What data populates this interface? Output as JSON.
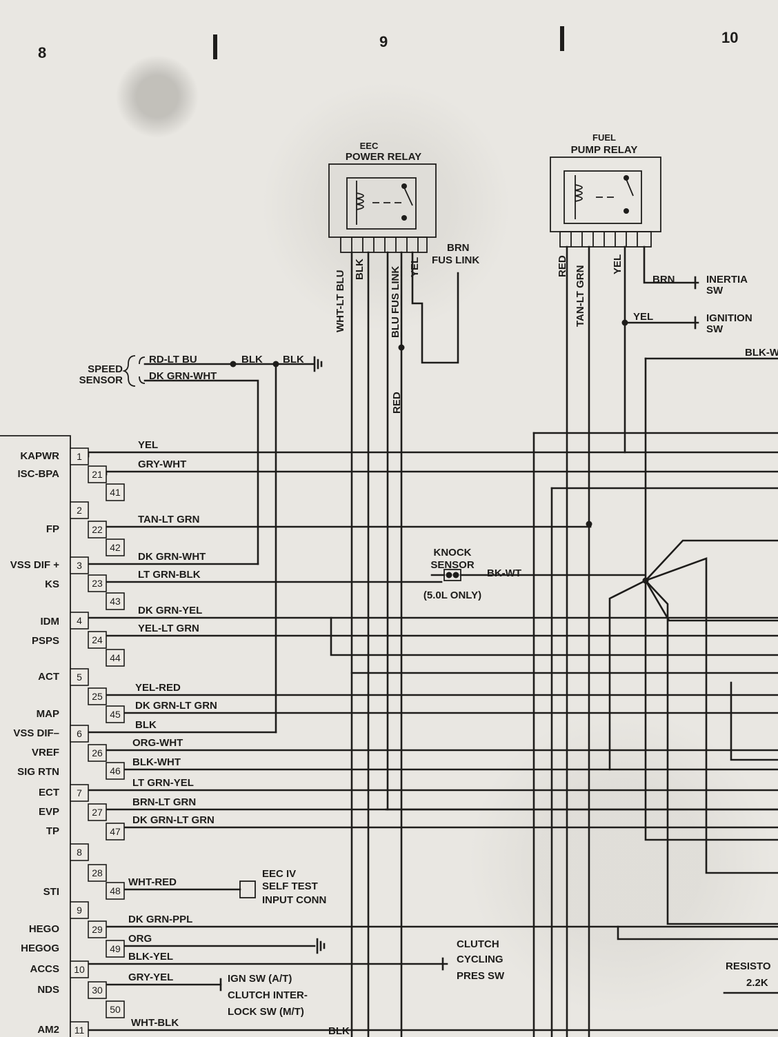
{
  "columns": [
    "8",
    "9",
    "10"
  ],
  "eec_relay": {
    "line1": "EEC",
    "line2": "POWER RELAY",
    "wires": [
      "WHT-LT BLU",
      "BLK",
      "BLU FUS LINK",
      "YEL"
    ],
    "fuse": {
      "line1": "BRN",
      "line2": "FUS LINK"
    },
    "red": "RED"
  },
  "fuel_relay": {
    "line1": "FUEL",
    "line2": "PUMP RELAY",
    "wires": [
      "RED",
      "TAN-LT GRN",
      "YEL"
    ],
    "brn": "BRN",
    "yel": "YEL",
    "inertia": {
      "line1": "INERTIA",
      "line2": "SW"
    },
    "ignition": {
      "line1": "IGNITION",
      "line2": "SW"
    }
  },
  "blk_right": "BLK-W",
  "speed_sensor": {
    "line1": "SPEED",
    "line2": "SENSOR",
    "wire1": "RD-LT BU",
    "wire2": "DK GRN-WHT",
    "blk1": "BLK",
    "blk2": "BLK"
  },
  "knock": {
    "line1": "KNOCK",
    "line2": "SENSOR",
    "line3": "(5.0L ONLY)",
    "wire": "BK-WT"
  },
  "selftest": {
    "line1": "EEC IV",
    "line2": "SELF TEST",
    "line3": "INPUT CONN"
  },
  "clutch": {
    "line1": "CLUTCH",
    "line2": "CYCLING",
    "line3": "PRES SW"
  },
  "ign_sw": {
    "line1": "IGN SW (A/T)",
    "line2": "CLUTCH INTER-",
    "line3": "LOCK SW (M/T)"
  },
  "resistor": {
    "line1": "RESISTO",
    "line2": "2.2K"
  },
  "bottom_blk": "BLK",
  "signals": [
    "KAPWR",
    "ISC-BPA",
    "FP",
    "VSS DIF +",
    "KS",
    "IDM",
    "PSPS",
    "ACT",
    "MAP",
    "VSS DIF–",
    "VREF",
    "SIG RTN",
    "ECT",
    "EVP",
    "TP",
    "STI",
    "HEGO",
    "HEGOG",
    "ACCS",
    "NDS",
    "AM2"
  ],
  "pins": [
    "1",
    "21",
    "41",
    "2",
    "22",
    "42",
    "3",
    "23",
    "43",
    "4",
    "24",
    "44",
    "5",
    "25",
    "45",
    "6",
    "26",
    "46",
    "7",
    "27",
    "47",
    "8",
    "28",
    "48",
    "9",
    "29",
    "49",
    "10",
    "30",
    "50",
    "11"
  ],
  "wires": [
    "YEL",
    "GRY-WHT",
    "TAN-LT GRN",
    "DK GRN-WHT",
    "LT GRN-BLK",
    "DK GRN-YEL",
    "YEL-LT GRN",
    "YEL-RED",
    "DK GRN-LT GRN",
    "BLK",
    "ORG-WHT",
    "BLK-WHT",
    "LT GRN-YEL",
    "BRN-LT GRN",
    "DK GRN-LT GRN",
    "WHT-RED",
    "DK GRN-PPL",
    "ORG",
    "BLK-YEL",
    "GRY-YEL",
    "WHT-BLK"
  ]
}
